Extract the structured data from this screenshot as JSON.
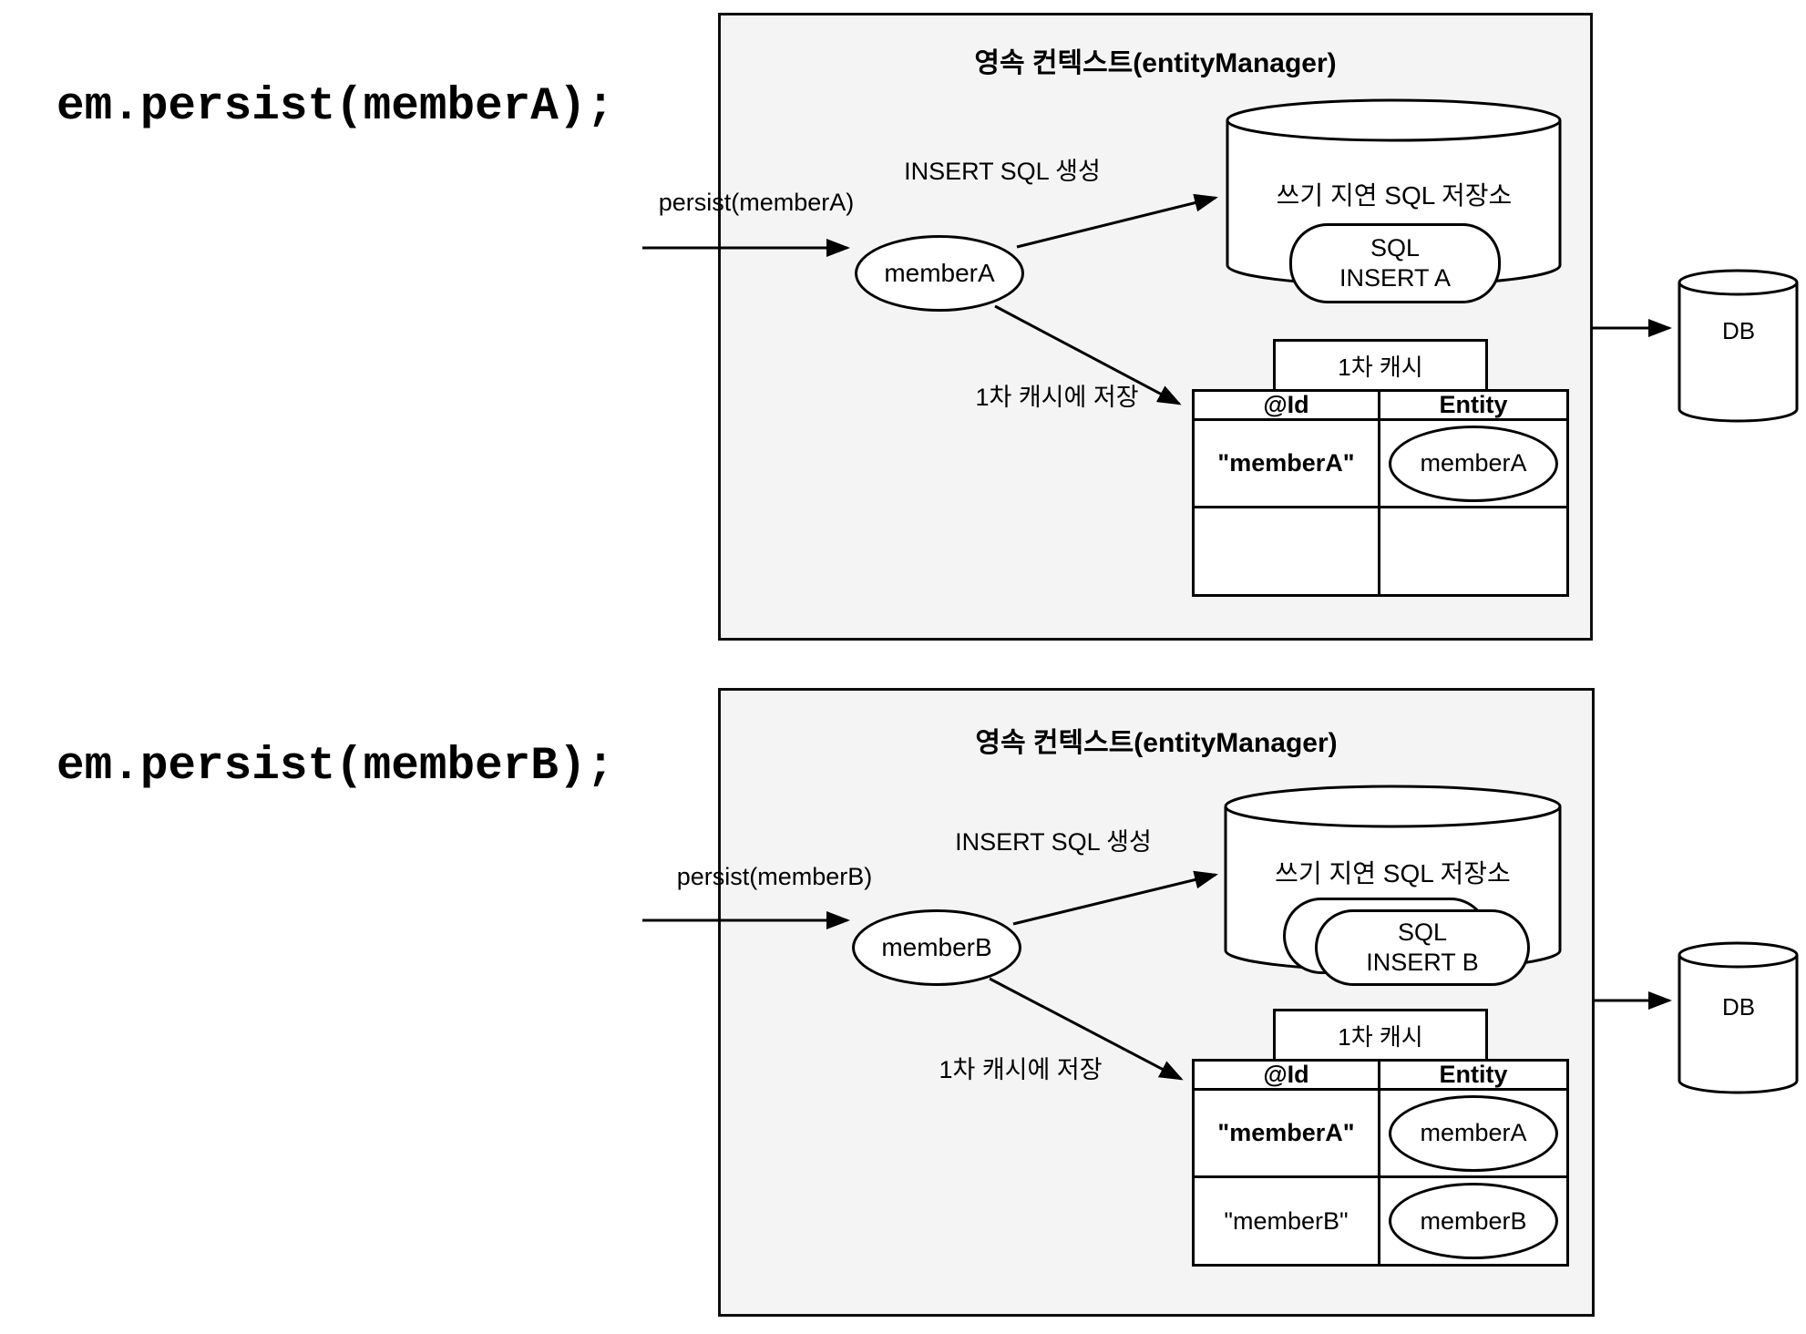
{
  "colors": {
    "panel_fill": "#f4f4f4",
    "stroke": "#000000",
    "background": "#ffffff"
  },
  "steps": [
    {
      "code": "em.persist(memberA);",
      "context_title": "영속 컨텍스트(entityManager)",
      "persist_label": "persist(memberA)",
      "entity_node": "memberA",
      "insert_sql_label": "INSERT SQL 생성",
      "sql_store_label": "쓰기 지연 SQL 저장소",
      "sql_card": {
        "line1": "SQL",
        "line2": "INSERT A"
      },
      "cache_save_label": "1차 캐시에 저장",
      "cache_tab_label": "1차 캐시",
      "cache_table": {
        "headers": [
          "@Id",
          "Entity"
        ],
        "rows": [
          {
            "id": "\"memberA\"",
            "entity": "memberA"
          },
          {
            "id": "",
            "entity": ""
          }
        ]
      },
      "db_label": "DB"
    },
    {
      "code": "em.persist(memberB);",
      "context_title": "영속 컨텍스트(entityManager)",
      "persist_label": "persist(memberB)",
      "entity_node": "memberB",
      "insert_sql_label": "INSERT SQL 생성",
      "sql_store_label": "쓰기 지연 SQL 저장소",
      "sql_card": {
        "line1": "SQL",
        "line2": "INSERT B"
      },
      "cache_save_label": "1차 캐시에 저장",
      "cache_tab_label": "1차 캐시",
      "cache_table": {
        "headers": [
          "@Id",
          "Entity"
        ],
        "rows": [
          {
            "id": "\"memberA\"",
            "entity": "memberA"
          },
          {
            "id": "\"memberB\"",
            "entity": "memberB"
          }
        ]
      },
      "db_label": "DB"
    }
  ]
}
